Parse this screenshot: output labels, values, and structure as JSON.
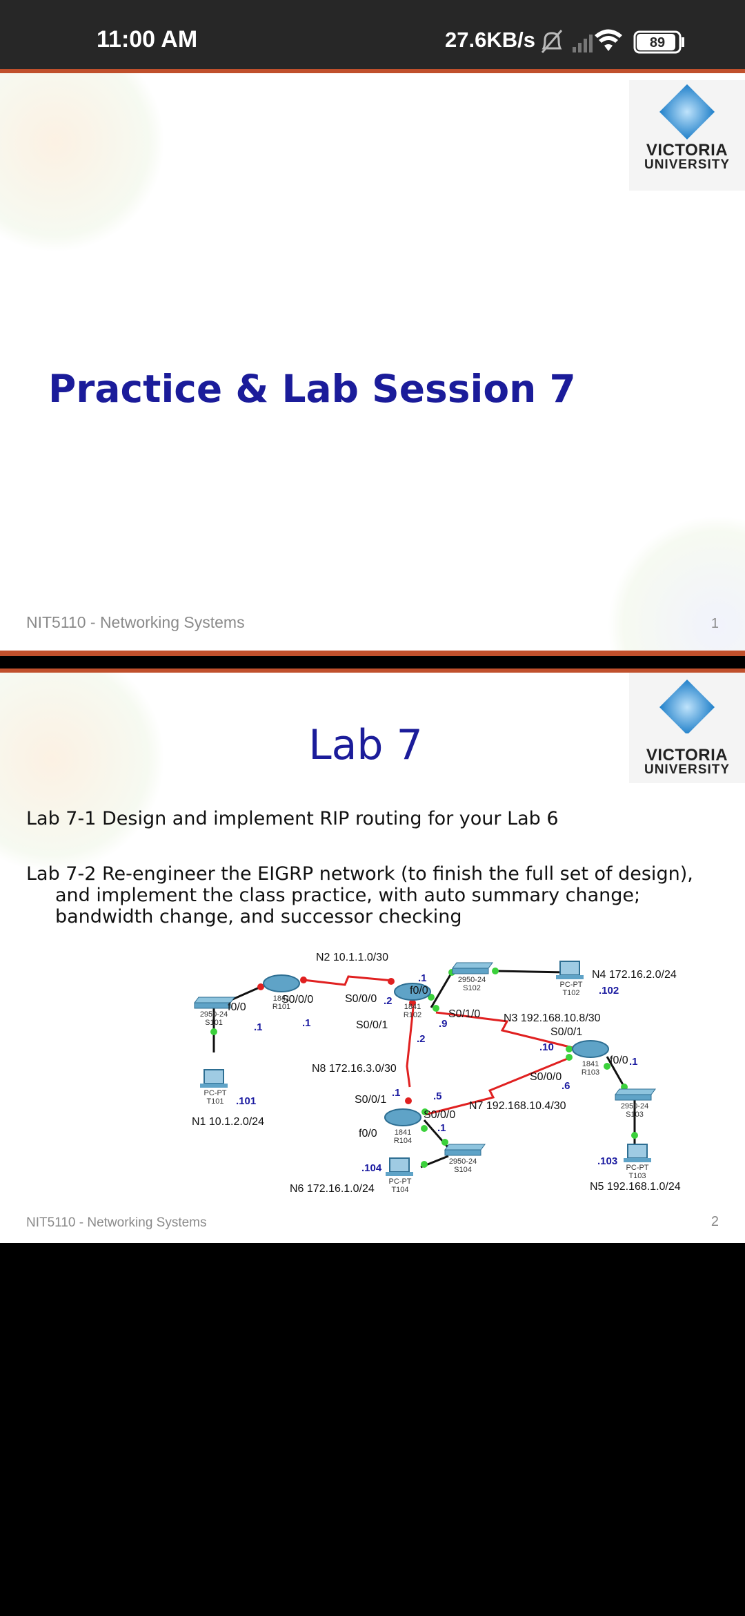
{
  "status_bar": {
    "time": "11:00 AM",
    "net_speed": "27.6KB/s",
    "battery": "89"
  },
  "slide1": {
    "title": "Practice & Lab Session 7",
    "footer": "NIT5110 - Networking Systems",
    "page": "1",
    "logo_line1": "VICTORIA",
    "logo_line2": "UNIVERSITY"
  },
  "slide2": {
    "title": "Lab 7",
    "item1": "Lab 7-1  Design and implement RIP routing for your Lab 6",
    "item2": "Lab 7-2  Re-engineer the EIGRP network (to finish the full set of design), and implement the class practice, with auto summary change; bandwidth change, and successor checking",
    "footer": "NIT5110 - Networking Systems",
    "page": "2",
    "logo_line1": "VICTORIA",
    "logo_line2": "UNIVERSITY",
    "diagram": {
      "n1": "N1 10.1.2.0/24",
      "n2": "N2 10.1.1.0/30",
      "n3": "N3 192.168.10.8/30",
      "n4": "N4 172.16.2.0/24",
      "n5": "N5 192.168.1.0/24",
      "n6": "N6 172.16.1.0/24",
      "n7": "N7 192.168.10.4/30",
      "n8": "N8 172.16.3.0/30",
      "r101": "R101",
      "r102": "R102",
      "r103": "R103",
      "r104": "R104",
      "s101": "S101",
      "s102": "S102",
      "s103": "S103",
      "s104": "S104",
      "t101": "T101",
      "t102": "T102",
      "t103": "T103",
      "t104": "T104",
      "model_router": "1841",
      "model_switch": "2950-24",
      "model_pc": "PC-PT",
      "if_f00": "f0/0",
      "if_s000": "S0/0/0",
      "if_s001": "S0/0/1",
      "if_s010": "S0/1/0",
      "ip_1": ".1",
      "ip_2": ".2",
      "ip_5": ".5",
      "ip_6": ".6",
      "ip_9": ".9",
      "ip_10": ".10",
      "ip_101": ".101",
      "ip_102": ".102",
      "ip_103": ".103",
      "ip_104": ".104"
    }
  }
}
